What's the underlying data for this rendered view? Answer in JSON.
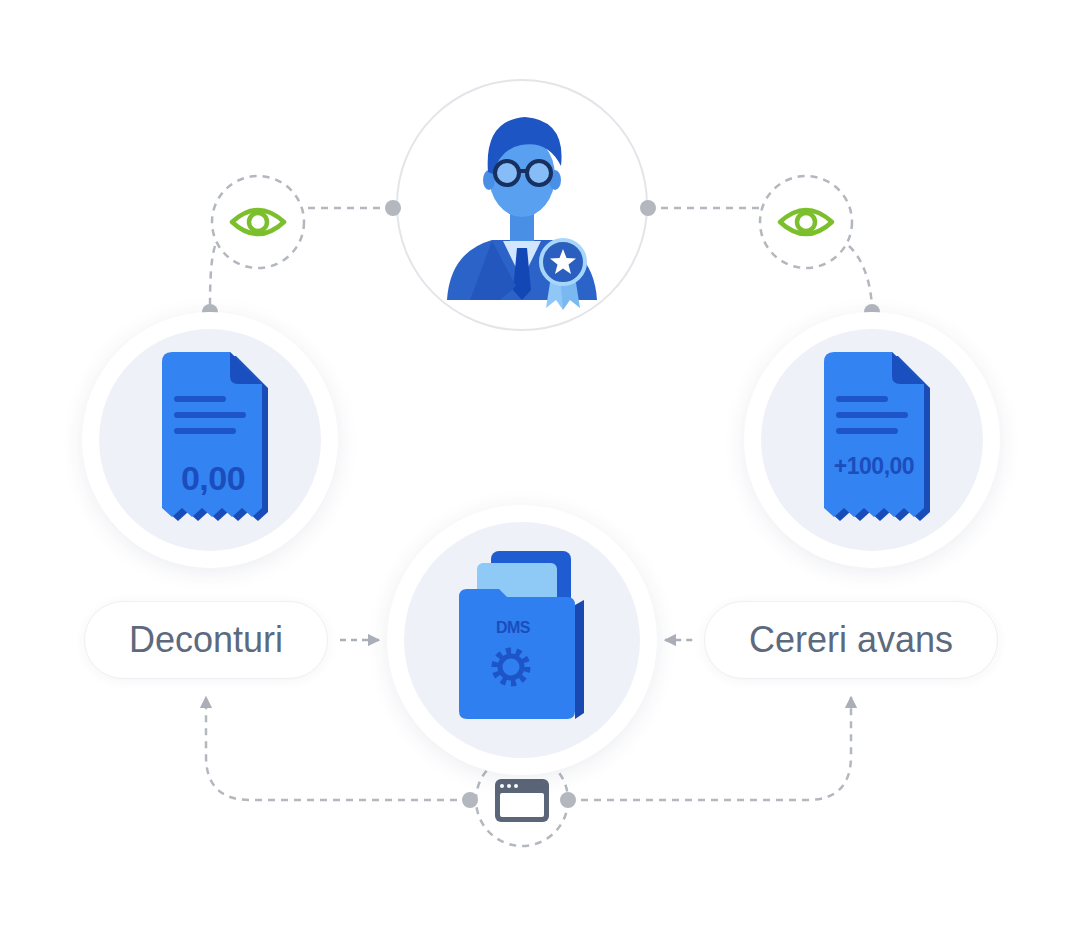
{
  "diagram": {
    "nodes": [
      {
        "text": [
          "0,00"
        ]
      },
      {
        "text": [
          "+100,00"
        ]
      },
      {
        "text": [
          "Deconturi"
        ]
      },
      {
        "text": [
          "DMS"
        ]
      },
      {
        "text": [
          "Cereri avans"
        ]
      }
    ],
    "edges": [
      {
        "from": 2,
        "to": 3,
        "arrow": "to"
      },
      {
        "from": 4,
        "to": 3,
        "arrow": "to"
      }
    ]
  }
}
